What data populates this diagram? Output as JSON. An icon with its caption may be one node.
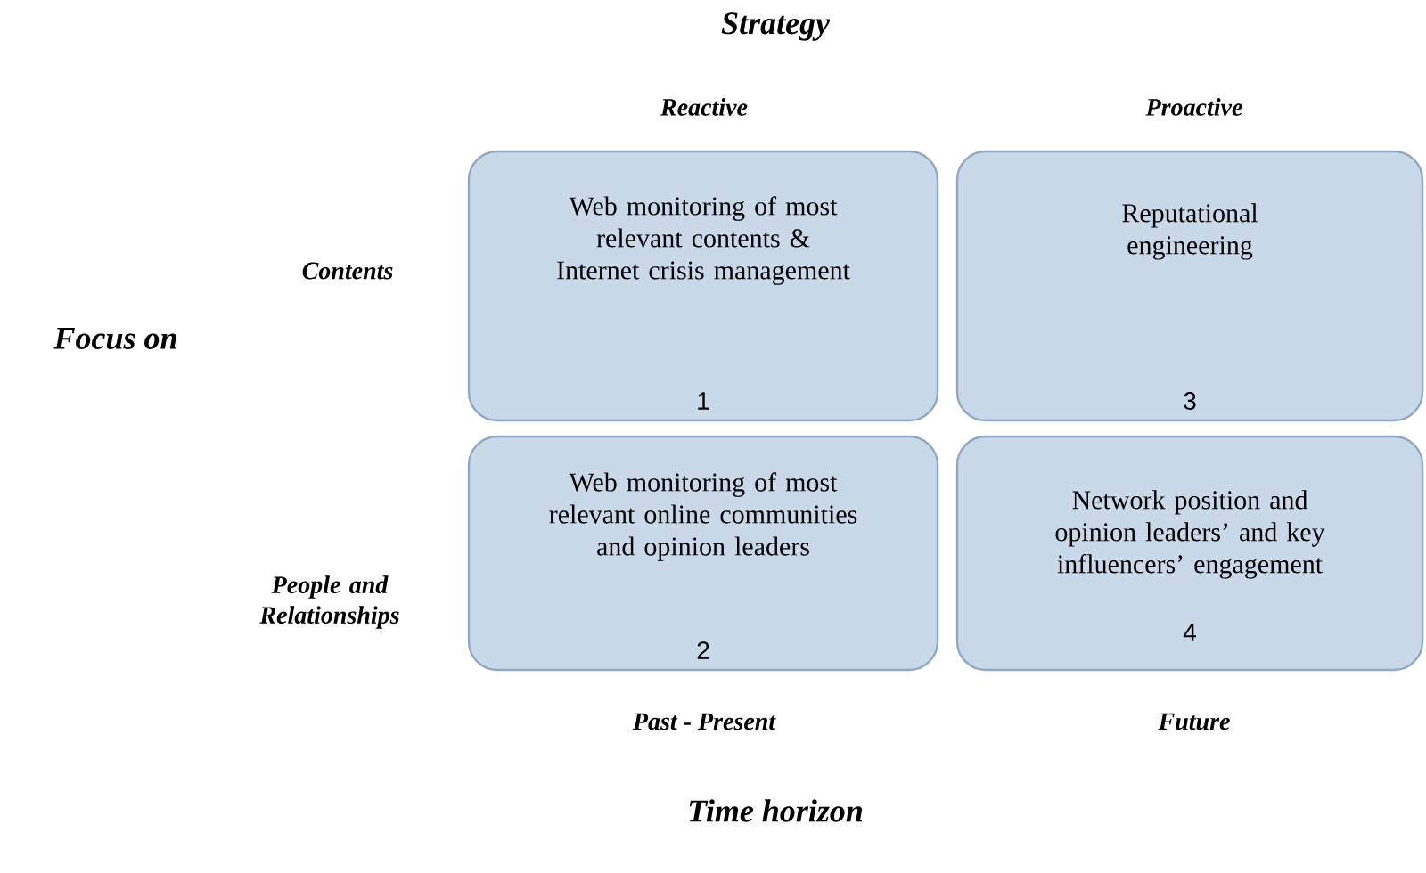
{
  "diagram": {
    "nodes": [
      {
        "text": [
          "Web monitoring of most relevant contents & Internet crisis management",
          "1"
        ]
      },
      {
        "text": [
          "Web monitoring of most relevant online communities  and opinion leaders",
          "2"
        ]
      },
      {
        "text": [
          "Reputational engineering",
          "3"
        ]
      },
      {
        "text": [
          "Network position and opinion leaders’ and key influencers’ engagement",
          "4"
        ]
      }
    ],
    "labels": [
      "Strategy",
      "Reactive",
      "Proactive",
      "Contents",
      "Focus on",
      "People and Relationships",
      "Past - Present",
      "Future",
      "Time horizon"
    ]
  }
}
